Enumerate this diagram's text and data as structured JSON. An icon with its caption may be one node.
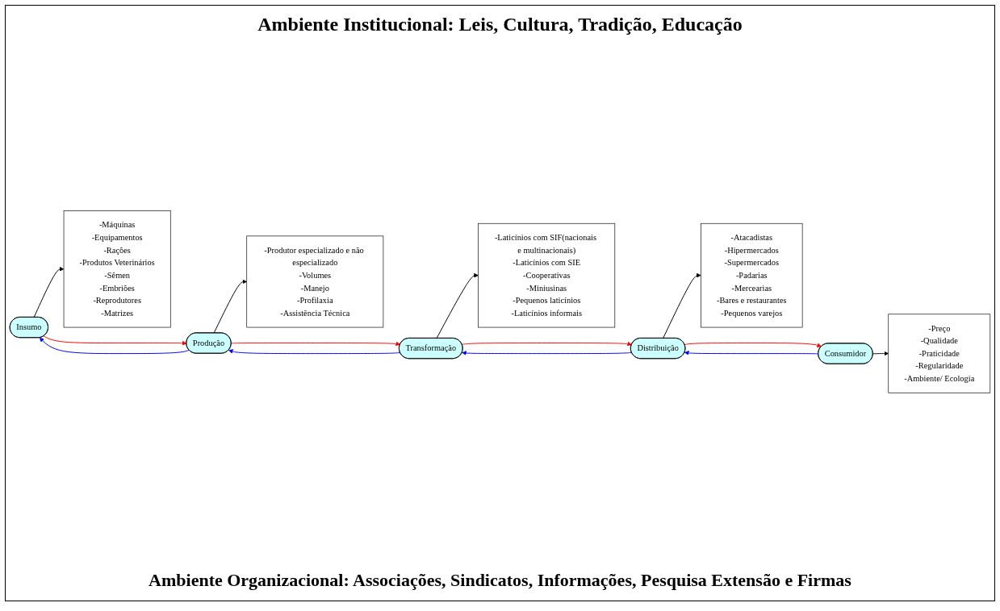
{
  "diagram": {
    "title": "Ambiente Institucional: Leis, Cultura, Tradição, Educação",
    "nodes": [
      {
        "text": [
          "Insumo"
        ]
      },
      {
        "text": [
          "Produção"
        ]
      },
      {
        "text": [
          "Transformação"
        ]
      },
      {
        "text": [
          "Distribuição"
        ]
      },
      {
        "text": [
          "Consumidor"
        ]
      },
      {
        "text": [
          "-Máquinas",
          "-Equipamentos",
          "-Rações",
          "-Produtos Veterinários",
          "-Sêmen",
          "-Embriões",
          "-Reprodutores",
          "-Matrizes"
        ]
      },
      {
        "text": [
          "-Produtor especializado e não especializado",
          "-Volumes",
          "-Manejo",
          "-Profilaxia",
          "-Assistência Técnica"
        ]
      },
      {
        "text": [
          "-Laticínios com SIF(nacionais e multinacionais)",
          "-Laticínios com SIE",
          "-Cooperativas",
          "-Miniusinas",
          "-Pequenos laticínios",
          "-Laticínios informais"
        ]
      },
      {
        "text": [
          "-Atacadistas",
          "-Hipermercados",
          "-Supermercados",
          "-Padarias",
          "-Mercearias",
          "-Bares e restaurantes",
          "-Pequenos varejos"
        ]
      },
      {
        "text": [
          "-Preço",
          "-Qualidade",
          "-Praticidade",
          "-Regularidade",
          "-Ambiente/ Ecologia"
        ]
      }
    ],
    "edges": [
      {
        "from": 0,
        "to": 1,
        "arrow": "to",
        "color": "#ff0000"
      },
      {
        "from": 1,
        "to": 0,
        "arrow": "to",
        "color": "#0000ff"
      },
      {
        "from": 1,
        "to": 2,
        "arrow": "to",
        "color": "#ff0000"
      },
      {
        "from": 2,
        "to": 1,
        "arrow": "to",
        "color": "#0000ff"
      },
      {
        "from": 2,
        "to": 3,
        "arrow": "to",
        "color": "#ff0000"
      },
      {
        "from": 3,
        "to": 2,
        "arrow": "to",
        "color": "#0000ff"
      },
      {
        "from": 3,
        "to": 4,
        "arrow": "to",
        "color": "#ff0000"
      },
      {
        "from": 4,
        "to": 3,
        "arrow": "to",
        "color": "#0000ff"
      },
      {
        "from": 0,
        "to": 5,
        "arrow": "to"
      },
      {
        "from": 1,
        "to": 6,
        "arrow": "to"
      },
      {
        "from": 2,
        "to": 7,
        "arrow": "to"
      },
      {
        "from": 3,
        "to": 8,
        "arrow": "to"
      },
      {
        "from": 4,
        "to": 9,
        "arrow": "to"
      }
    ],
    "labels": [
      "Ambiente Organizacional: Associações, Sindicatos, Informações, Pesquisa Extensão e Firmas"
    ]
  }
}
